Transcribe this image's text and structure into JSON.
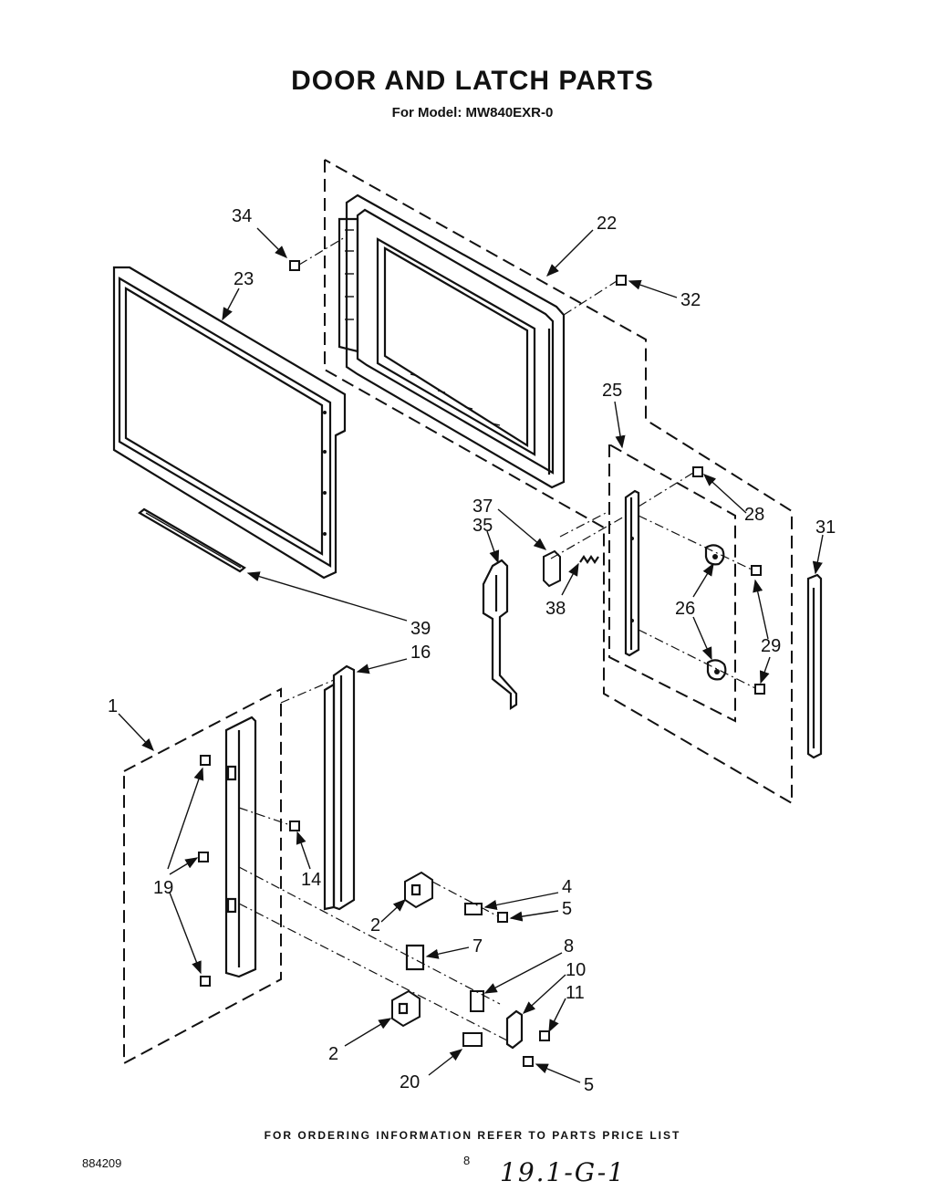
{
  "title": "DOOR AND LATCH PARTS",
  "subtitle": "For Model: MW840EXR-0",
  "footer": "FOR ORDERING INFORMATION REFER TO PARTS PRICE LIST",
  "doc_number": "884209",
  "page_number": "8",
  "handwritten_note": "19.1-G-1",
  "callouts": {
    "c34": "34",
    "c22": "22",
    "c23": "23",
    "c32": "32",
    "c25": "25",
    "c28": "28",
    "c37": "37",
    "c35": "35",
    "c31": "31",
    "c38": "38",
    "c26": "26",
    "c29a": "29",
    "c29b": "29",
    "c39": "39",
    "c16": "16",
    "c1": "1",
    "c14": "14",
    "c19": "19",
    "c4": "4",
    "c5a": "5",
    "c2a": "2",
    "c7": "7",
    "c8": "8",
    "c10": "10",
    "c11": "11",
    "c2b": "2",
    "c20": "20",
    "c5b": "5"
  }
}
